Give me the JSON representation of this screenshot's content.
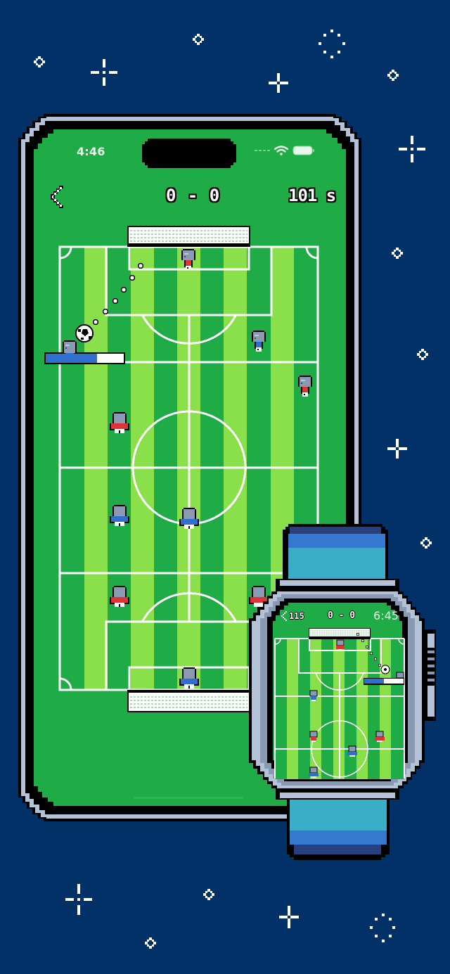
{
  "scene": {
    "background_color": "#013166",
    "accent_colors": {
      "pitch_dark": "#1fab46",
      "pitch_light": "#8ae04a",
      "line": "#ffffff",
      "team_red": "#e03434",
      "team_blue": "#2f6fce",
      "frame_silver": "#b4c2d8",
      "strap_light": "#3aaec6",
      "strap_mid": "#3578d0",
      "strap_dark": "#27407e"
    }
  },
  "phone": {
    "status_bar": {
      "time": "4:46",
      "icons": [
        "signal-dots-icon",
        "wifi-icon",
        "battery-icon"
      ]
    },
    "game_header": {
      "back_icon": "chevron-left-icon",
      "score": "0 - 0",
      "timer": "101 s"
    },
    "power_bar": {
      "fill_percent": 65
    }
  },
  "watch": {
    "header": {
      "back_icon": "chevron-left-icon",
      "back_count": "115",
      "score": "0 - 0",
      "time": "6:45"
    },
    "power_bar": {
      "fill_percent": 55
    }
  }
}
